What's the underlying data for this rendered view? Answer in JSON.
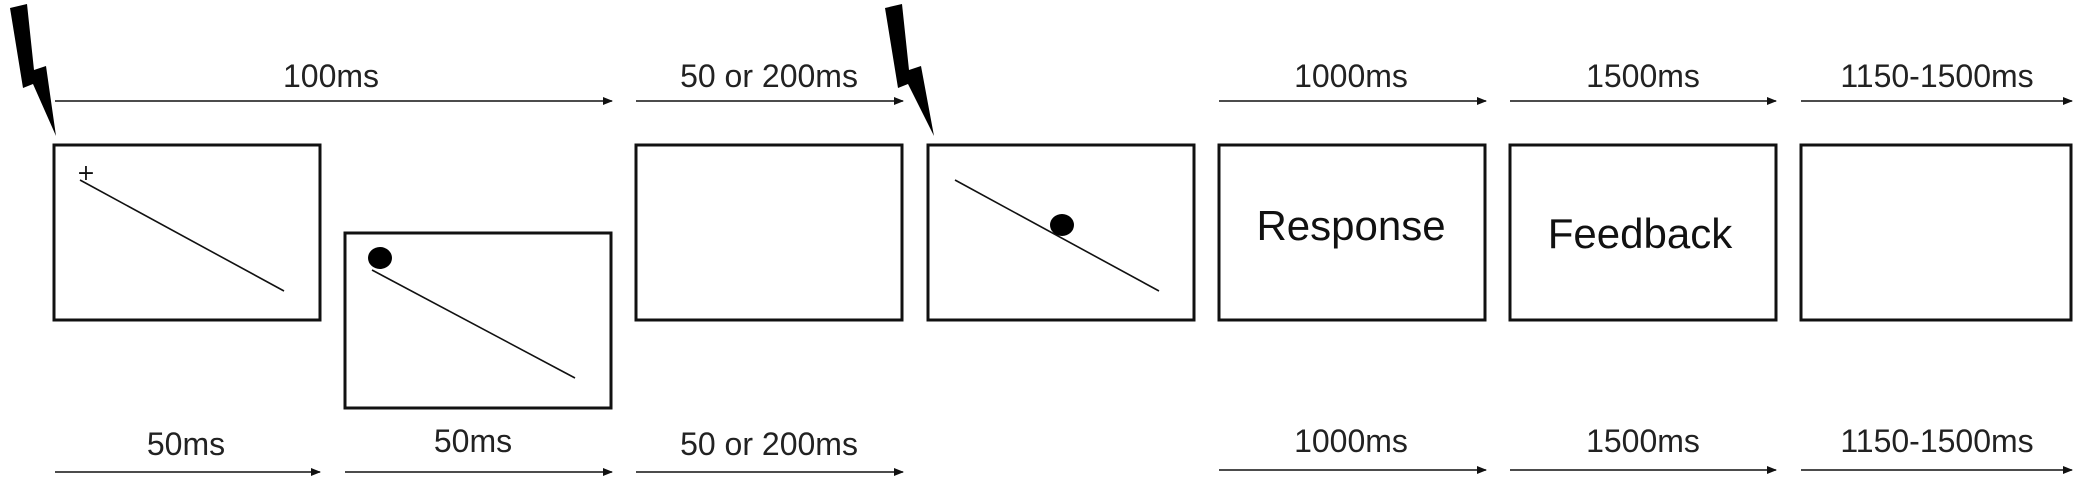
{
  "timing_top": {
    "t1": "100ms",
    "t2": "50 or 200ms",
    "t3": "1000ms",
    "t4": "1500ms",
    "t5": "1150-1500ms"
  },
  "timing_bottom": {
    "t1": "50ms",
    "t2": "50ms",
    "t3": "50 or 200ms",
    "t4": "1000ms",
    "t5": "1500ms",
    "t6": "1150-1500ms"
  },
  "screens": {
    "fixation_mark": "+",
    "response_text": "Response",
    "feedback_text": "Feedback"
  },
  "icons": {
    "stimulation": "lightning-bolt-icon"
  },
  "colors": {
    "ink": "#111111",
    "background": "#ffffff"
  }
}
